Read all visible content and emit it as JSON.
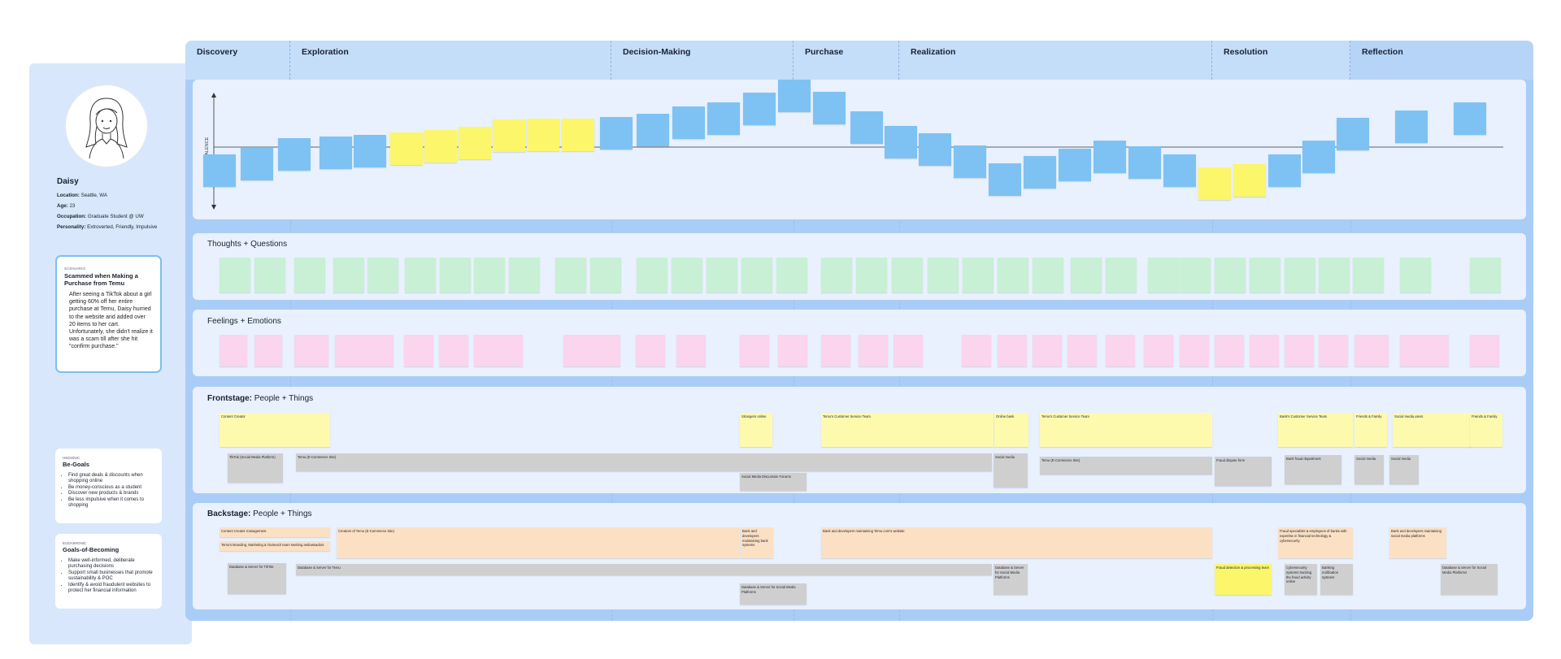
{
  "persona": {
    "name": "Daisy",
    "location_label": "Location:",
    "location": "Seattle, WA",
    "age_label": "Age:",
    "age": "23",
    "occupation_label": "Occupation:",
    "occupation": "Graduate Student @ UW",
    "personality_label": "Personality:",
    "personality": "Extroverted, Friendly, Impulsive"
  },
  "scenario": {
    "kicker": "SCENARIO",
    "title": "Scammed when Making a Purchase from Temu",
    "body": "After seeing a TikTok about a girl getting 60% off her entire purchase at Temu, Daisy hurried to the website and added over 20 items to her cart. Unfortunately, she didn't realize it was a scam till after she hit \"confirm purchase.\""
  },
  "be_goals": {
    "kicker": "HEDONIC",
    "title": "Be-Goals",
    "items": [
      "Find great deals & discounts when shopping online",
      "Be money-conscious as a student",
      "Discover new products & brands",
      "Be less impulsive when it comes to shopping"
    ]
  },
  "becoming_goals": {
    "kicker": "EUDAIMONIC",
    "title": "Goals-of-Becoming",
    "items": [
      "Make well-informed, deliberate purchasing decisions",
      "Support small businesses that promote sustainability & POC",
      "Identify & avoid fraudulent websites to protect her financial information"
    ]
  },
  "phases": [
    "Discovery",
    "Exploration",
    "Decision-Making",
    "Purchase",
    "Realization",
    "Resolution",
    "Reflection"
  ],
  "valence_label": "VALENCE",
  "lanes": {
    "thoughts": "Thoughts + Questions",
    "feelings": "Feelings + Emotions",
    "frontstage_bold": "Frontstage:",
    "frontstage_rest": " People + Things",
    "backstage_bold": "Backstage:",
    "backstage_rest": " People + Things"
  },
  "frontstage_notes": [
    {
      "text": "Content Creator",
      "color": "cream"
    },
    {
      "text": "Strangers online",
      "color": "cream"
    },
    {
      "text": "Temu's Customer Service Team",
      "color": "cream"
    },
    {
      "text": "Online bank",
      "color": "cream"
    },
    {
      "text": "Temu's Customer Service Team",
      "color": "cream"
    },
    {
      "text": "Bank's Customer Service Team",
      "color": "cream"
    },
    {
      "text": "Friends & Family",
      "color": "cream"
    },
    {
      "text": "Social media users",
      "color": "cream"
    },
    {
      "text": "Friends & Family",
      "color": "cream"
    },
    {
      "text": "TikTok (Social Media Platform)",
      "color": "gray"
    },
    {
      "text": "Temu (E-Commerce Site)",
      "color": "gray"
    },
    {
      "text": "Social Media Discussion Forums",
      "color": "gray"
    },
    {
      "text": "Social media",
      "color": "gray"
    },
    {
      "text": "Temu (E-Commerce Site)",
      "color": "gray"
    },
    {
      "text": "Fraud dispute form",
      "color": "gray"
    },
    {
      "text": "Bank fraud department",
      "color": "gray"
    },
    {
      "text": "Social media",
      "color": "gray"
    },
    {
      "text": "Social media",
      "color": "gray"
    }
  ],
  "backstage_notes": [
    {
      "text": "Content Creator management",
      "color": "peach"
    },
    {
      "text": "Temu's Branding, Marketing & Outreach team seeking ambassadors",
      "color": "peach"
    },
    {
      "text": "Creators of Temu (E-Commerce Site)",
      "color": "peach"
    },
    {
      "text": "Bank and developers maintaining bank systems",
      "color": "peach"
    },
    {
      "text": "Bank and developers maintaining Temu.com's website",
      "color": "peach"
    },
    {
      "text": "Fraud specialists & employees of banks with expertise in financial technology & cybersecurity",
      "color": "peach"
    },
    {
      "text": "Bank and developers maintaining social media platforms",
      "color": "peach"
    },
    {
      "text": "Database & Server for TikTok",
      "color": "gray"
    },
    {
      "text": "Database & Server for Temu",
      "color": "gray"
    },
    {
      "text": "Database & Server for Social Media Platforms",
      "color": "gray"
    },
    {
      "text": "Database & Server for Social Media Platforms",
      "color": "gray"
    },
    {
      "text": "Fraud detection & processing team",
      "color": "yellow"
    },
    {
      "text": "Cybersecurity systems tracking the fraud activity online",
      "color": "gray"
    },
    {
      "text": "Banking notification systems",
      "color": "gray"
    },
    {
      "text": "Database & Server for Social Media Platforms",
      "color": "gray"
    }
  ],
  "colors": {
    "blue_note": "#7ec2f4",
    "yellow_note": "#fbf66a",
    "green_note": "#c8f0d4",
    "pink_note": "#fbd4ee",
    "cream_note": "#fdfaae",
    "gray_note": "#cfcfcf",
    "peach_note": "#fce0c4",
    "board": "#a9cdf6",
    "header": "#c4ddf9",
    "lane": "#e8f1fd",
    "accent": "#7cc0ea"
  }
}
